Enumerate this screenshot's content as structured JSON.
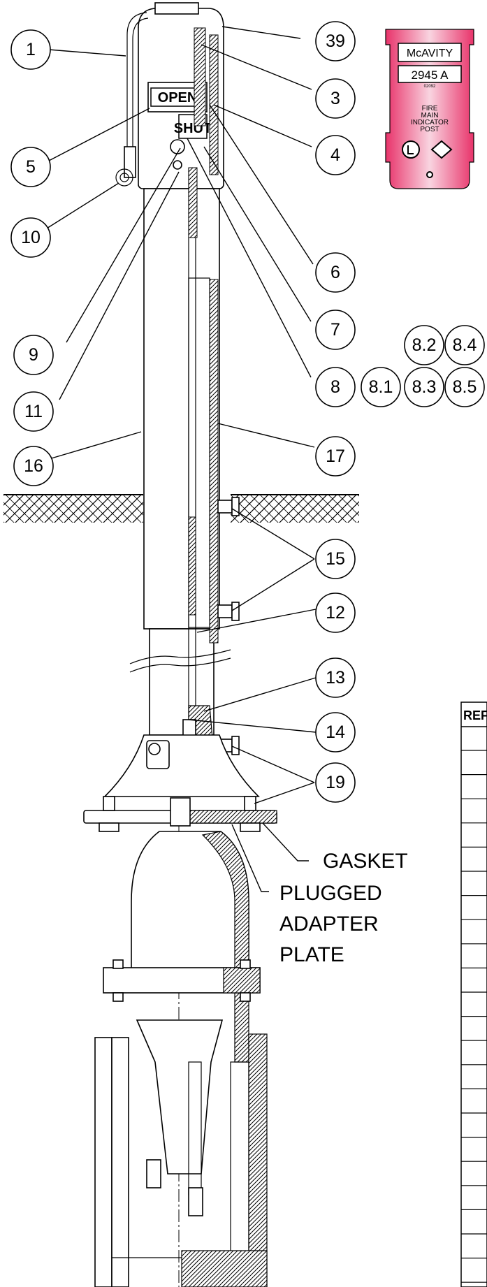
{
  "callouts": [
    {
      "id": "c1",
      "label": "1"
    },
    {
      "id": "c39",
      "label": "39"
    },
    {
      "id": "c3",
      "label": "3"
    },
    {
      "id": "c5",
      "label": "5"
    },
    {
      "id": "c4",
      "label": "4"
    },
    {
      "id": "c10",
      "label": "10"
    },
    {
      "id": "c6",
      "label": "6"
    },
    {
      "id": "c7",
      "label": "7"
    },
    {
      "id": "c9",
      "label": "9"
    },
    {
      "id": "c82",
      "label": "8.2"
    },
    {
      "id": "c84",
      "label": "8.4"
    },
    {
      "id": "c8",
      "label": "8"
    },
    {
      "id": "c81",
      "label": "8.1"
    },
    {
      "id": "c83",
      "label": "8.3"
    },
    {
      "id": "c85",
      "label": "8.5"
    },
    {
      "id": "c11",
      "label": "11"
    },
    {
      "id": "c16",
      "label": "16"
    },
    {
      "id": "c17",
      "label": "17"
    },
    {
      "id": "c15",
      "label": "15"
    },
    {
      "id": "c12",
      "label": "12"
    },
    {
      "id": "c13",
      "label": "13"
    },
    {
      "id": "c14",
      "label": "14"
    },
    {
      "id": "c19",
      "label": "19"
    }
  ],
  "notes": {
    "gasket": "GASKET",
    "adapter_line1": "PLUGGED",
    "adapter_line2": "ADAPTER",
    "adapter_line3": "PLATE"
  },
  "window_text": {
    "open": "OPEN",
    "shut": "SHUT"
  },
  "label_plate": {
    "brand": "McAVITY",
    "model": "2945  A",
    "small_code": "02092",
    "line1": "FIRE",
    "line2": "MAIN",
    "line3": "INDICATOR",
    "line4": "POST"
  },
  "table": {
    "header_fragment": "REF"
  },
  "colors": {
    "plate_fill": "#e8336a",
    "plate_highlight": "#f9d4e0"
  }
}
